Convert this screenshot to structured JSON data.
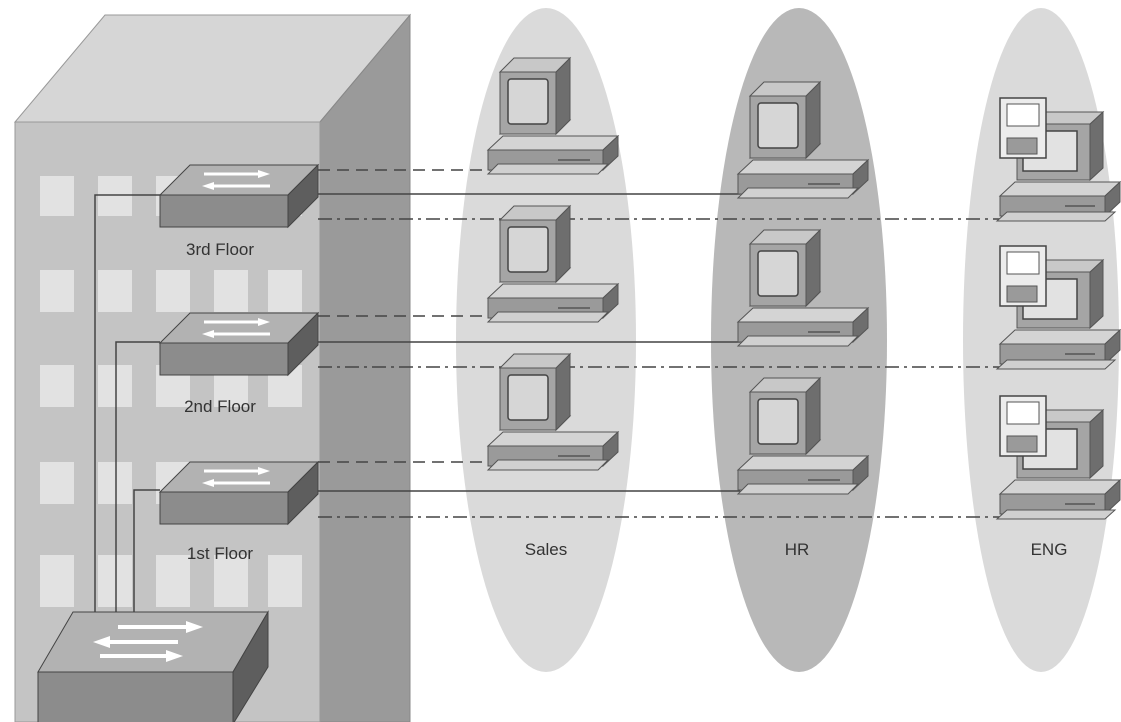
{
  "floors": [
    {
      "id": "floor-3",
      "label": "3rd Floor"
    },
    {
      "id": "floor-2",
      "label": "2nd Floor"
    },
    {
      "id": "floor-1",
      "label": "1st Floor"
    }
  ],
  "groups": [
    {
      "id": "sales",
      "label": "Sales",
      "icon": "pc-icon"
    },
    {
      "id": "hr",
      "label": "HR",
      "icon": "pc-icon"
    },
    {
      "id": "eng",
      "label": "ENG",
      "icon": "workstation-icon"
    }
  ],
  "link_styles": {
    "sales": "dashed",
    "hr": "solid",
    "eng": "dash-dot"
  },
  "colors": {
    "building_front": "#c4c4c4",
    "building_side": "#9a9a9a",
    "building_top": "#d6d6d6",
    "window": "#e2e2e2",
    "switch": "#8c8c8c",
    "ellipse": "#dadada",
    "ellipse_hr": "#b8b8b8",
    "line": "#444444"
  }
}
